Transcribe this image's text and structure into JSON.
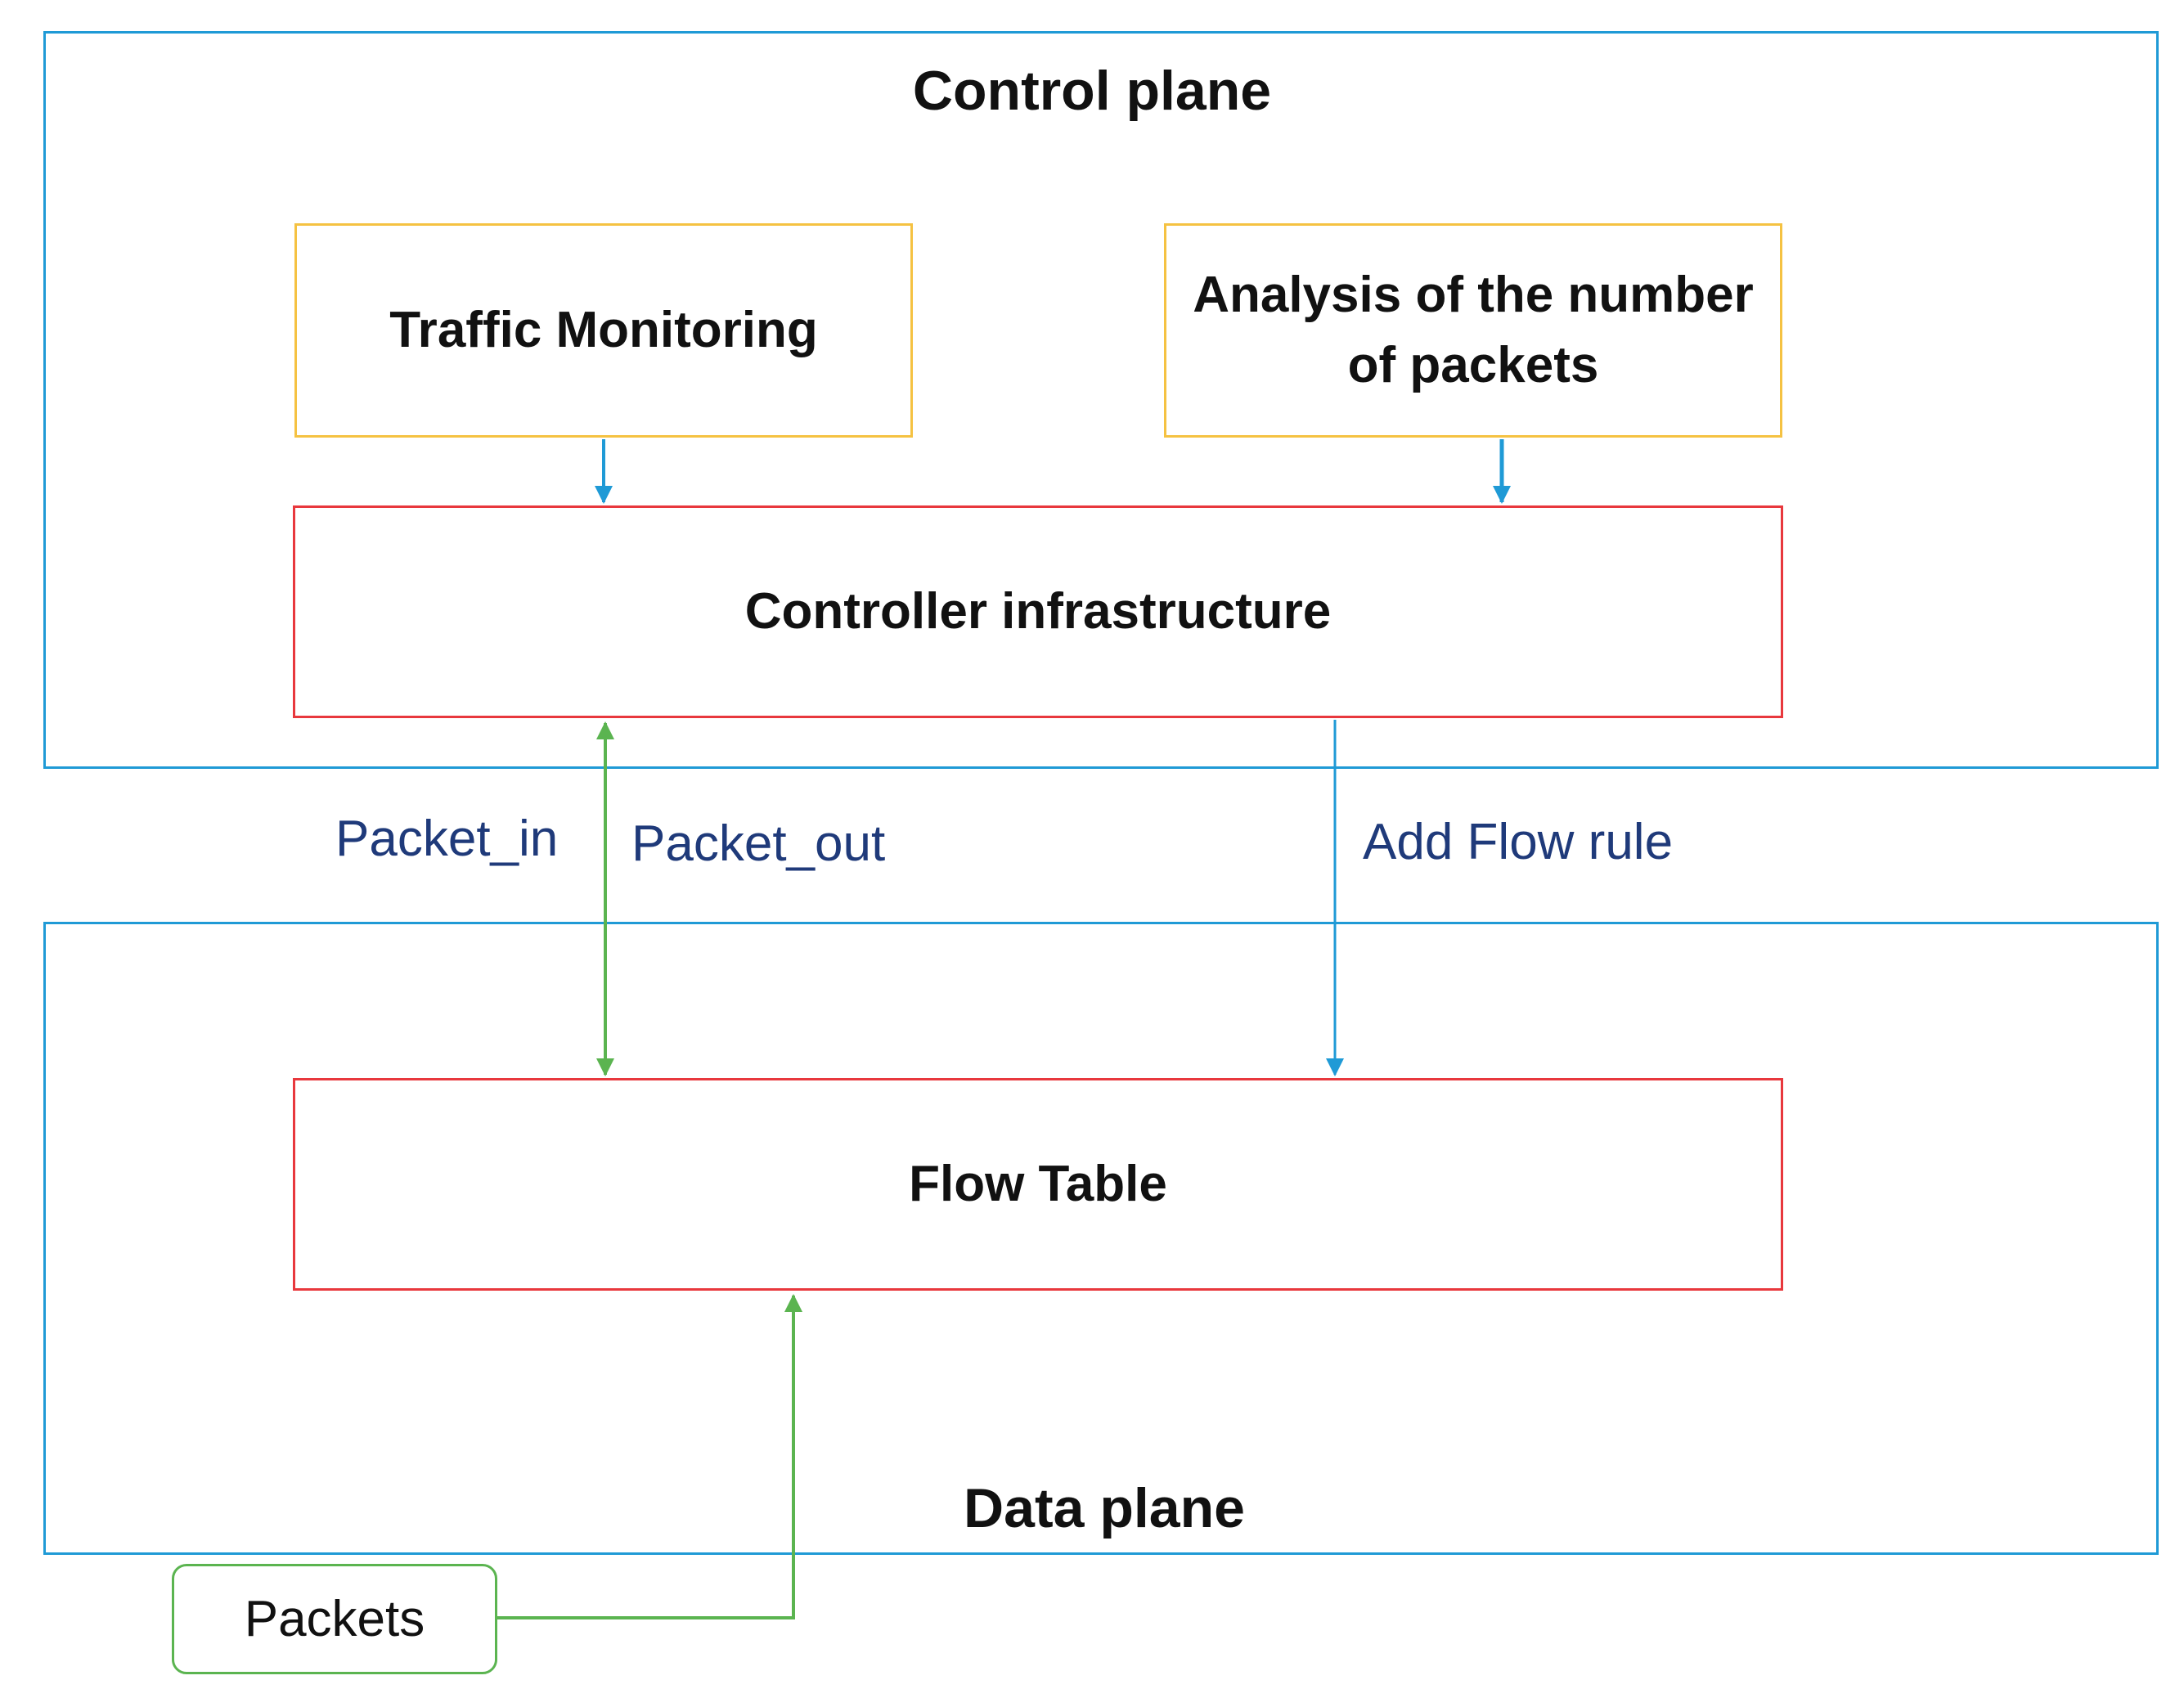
{
  "control_plane": {
    "title": "Control plane"
  },
  "data_plane": {
    "title": "Data plane"
  },
  "nodes": {
    "traffic_monitoring": "Traffic Monitoring",
    "analysis_line1": "Analysis of the number",
    "analysis_line2": "of packets",
    "controller": "Controller infrastructure",
    "flow_table": "Flow Table",
    "packets": "Packets"
  },
  "edge_labels": {
    "packet_in": "Packet_in",
    "packet_out": "Packet_out",
    "add_flow_rule": "Add Flow rule"
  },
  "colors": {
    "plane_border": "#1f9ad6",
    "module_border": "#f5c242",
    "core_border": "#e8383d",
    "packet_path": "#5bb450",
    "control_arrow": "#1f9ad6",
    "edge_label_text": "#1f3a7a"
  }
}
